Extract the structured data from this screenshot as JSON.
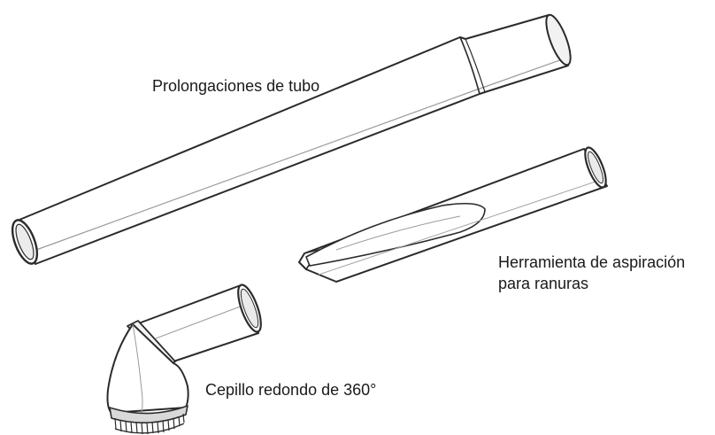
{
  "labels": {
    "extension_tubes": "Prolongaciones de tubo",
    "crevice_tool_line1": "Herramienta de aspiración",
    "crevice_tool_line2": "para ranuras",
    "round_brush": "Cepillo redondo de 360°"
  },
  "colors": {
    "stroke": "#2b2b2b",
    "fill": "#ffffff",
    "shade": "#e6e6e6"
  }
}
